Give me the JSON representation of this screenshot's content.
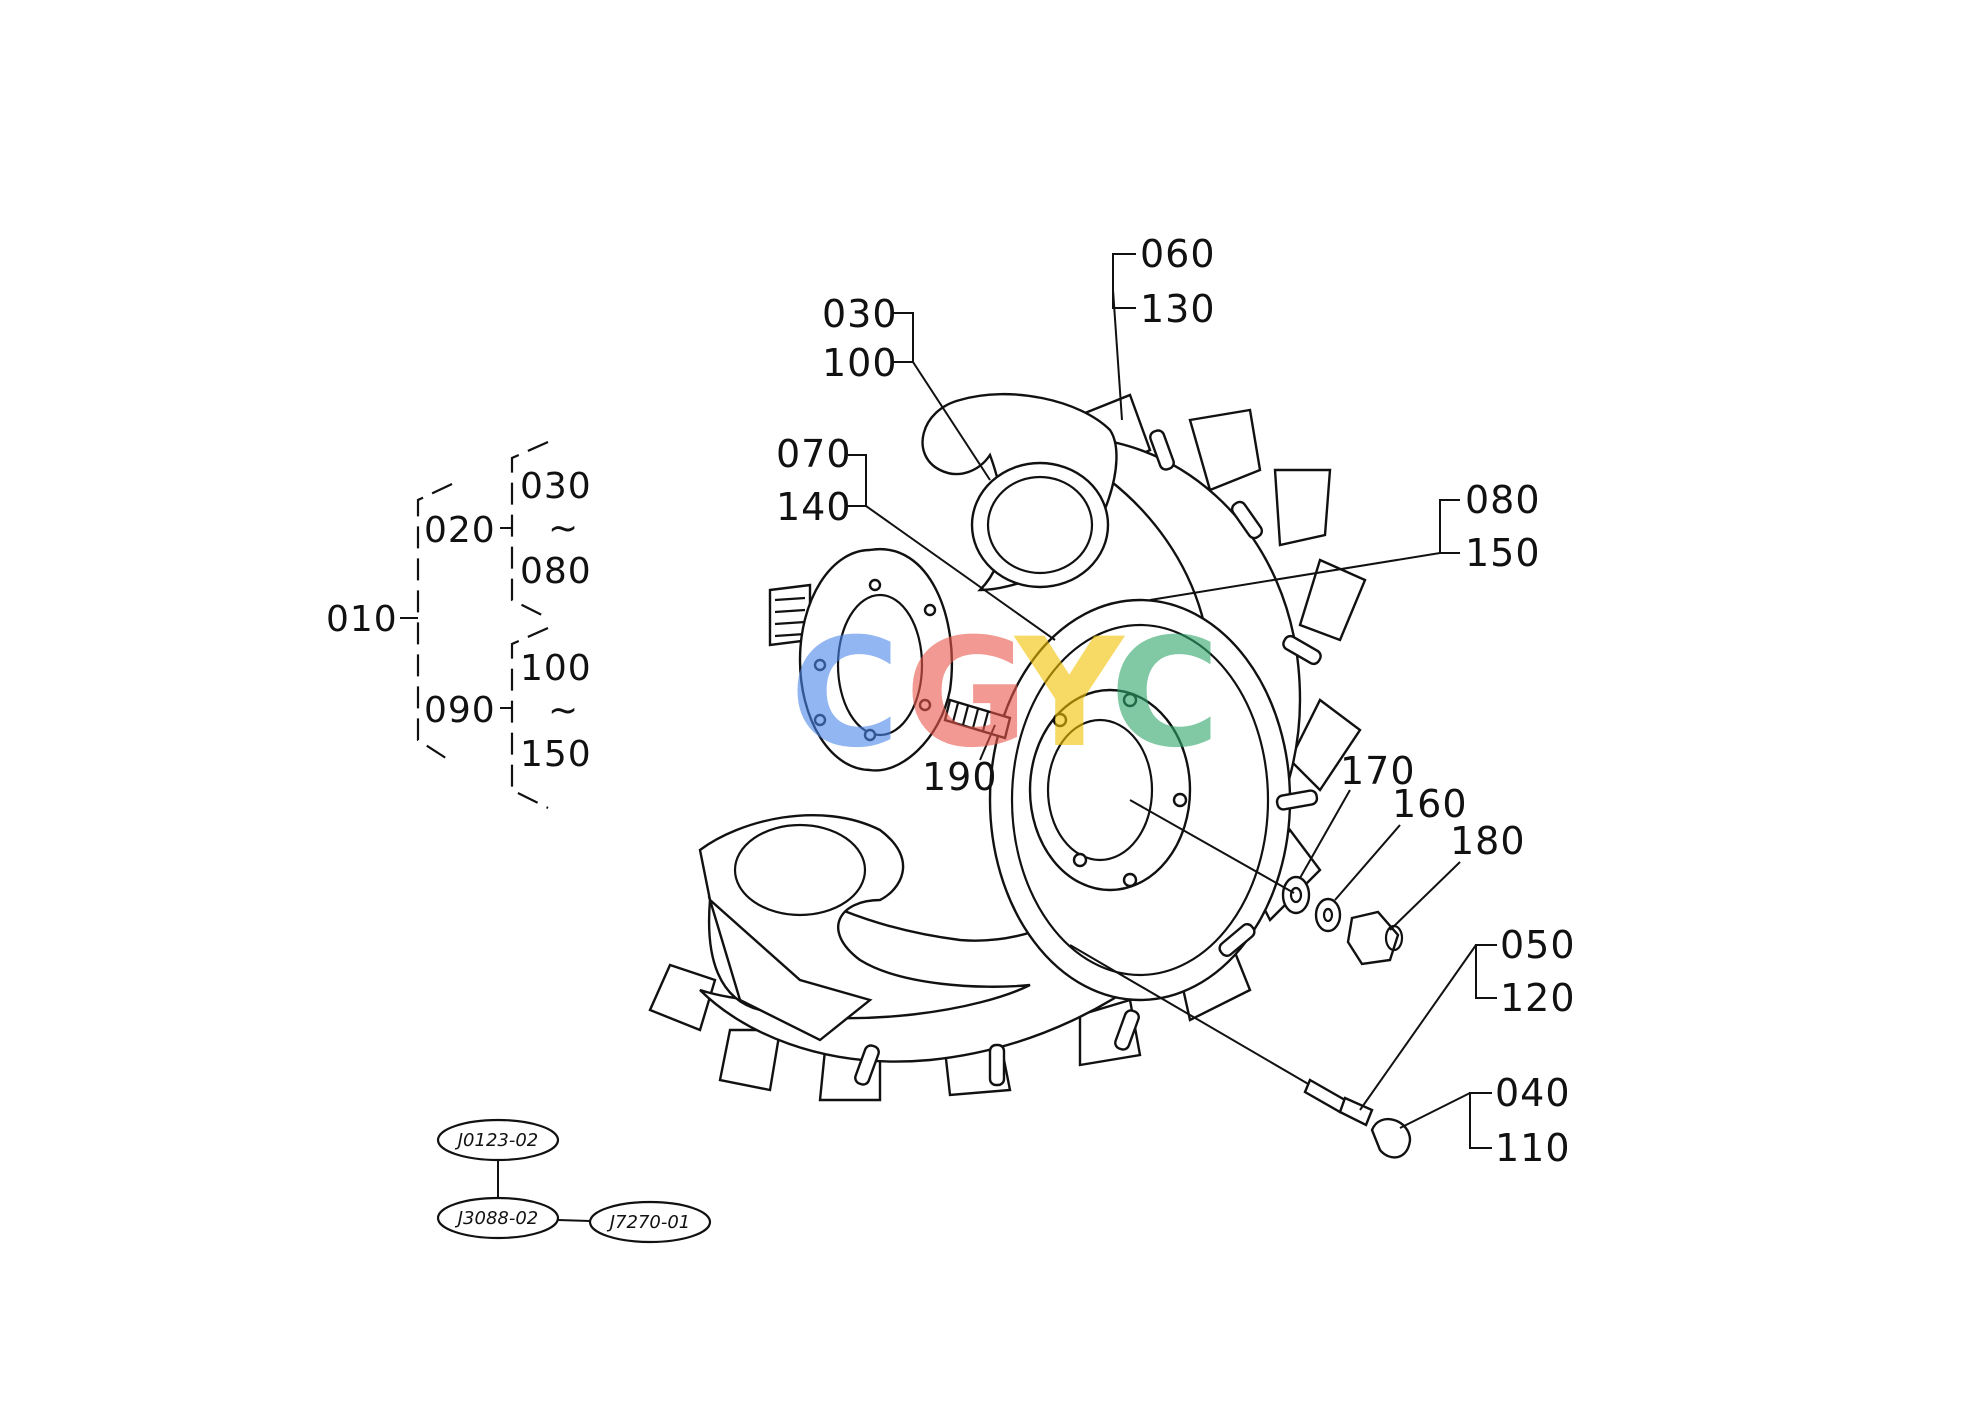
{
  "callouts": [
    {
      "id": "060",
      "text": "060"
    },
    {
      "id": "130",
      "text": "130"
    },
    {
      "id": "030",
      "text": "030"
    },
    {
      "id": "100",
      "text": "100"
    },
    {
      "id": "070",
      "text": "070"
    },
    {
      "id": "140",
      "text": "140"
    },
    {
      "id": "080",
      "text": "080"
    },
    {
      "id": "150",
      "text": "150"
    },
    {
      "id": "190",
      "text": "190"
    },
    {
      "id": "170",
      "text": "170"
    },
    {
      "id": "160",
      "text": "160"
    },
    {
      "id": "180",
      "text": "180"
    },
    {
      "id": "050",
      "text": "050"
    },
    {
      "id": "120",
      "text": "120"
    },
    {
      "id": "040",
      "text": "040"
    },
    {
      "id": "110",
      "text": "110"
    }
  ],
  "tree": {
    "root": "010",
    "group1": {
      "label": "020",
      "from": "030",
      "range_mark": "~",
      "to": "080"
    },
    "group2": {
      "label": "090",
      "from": "100",
      "range_mark": "~",
      "to": "150"
    }
  },
  "references": {
    "top": "J0123-02",
    "middle": "J3088-02",
    "right": "J7270-01"
  },
  "watermark": {
    "letters": [
      "C",
      "G",
      "Y",
      "C"
    ],
    "colors": [
      "#4a86e8",
      "#e8574a",
      "#f2c200",
      "#2ea66b"
    ]
  }
}
